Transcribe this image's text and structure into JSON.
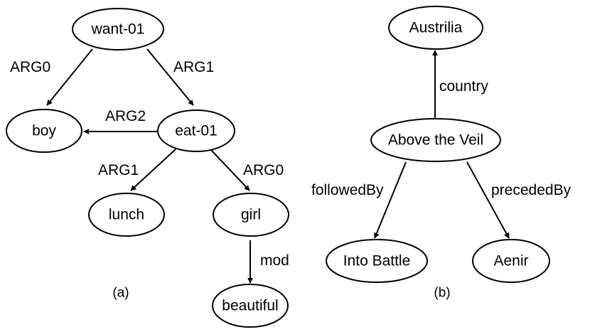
{
  "diagrams": {
    "a": {
      "caption": "(a)",
      "nodes": {
        "want": "want-01",
        "boy": "boy",
        "eat": "eat-01",
        "lunch": "lunch",
        "girl": "girl",
        "beautiful": "beautiful"
      },
      "edges": {
        "want_boy": "ARG0",
        "want_eat": "ARG1",
        "eat_boy": "ARG2",
        "eat_lunch": "ARG1",
        "eat_girl": "ARG0",
        "girl_beautiful": "mod"
      }
    },
    "b": {
      "caption": "(b)",
      "nodes": {
        "austrilia": "Austrilia",
        "veil": "Above the Veil",
        "battle": "Into Battle",
        "aenir": "Aenir"
      },
      "edges": {
        "veil_austrilia": "country",
        "veil_battle": "followedBy",
        "veil_aenir": "precededBy"
      }
    }
  },
  "colors": {
    "stroke": "#000000",
    "background": "#ffffff"
  }
}
